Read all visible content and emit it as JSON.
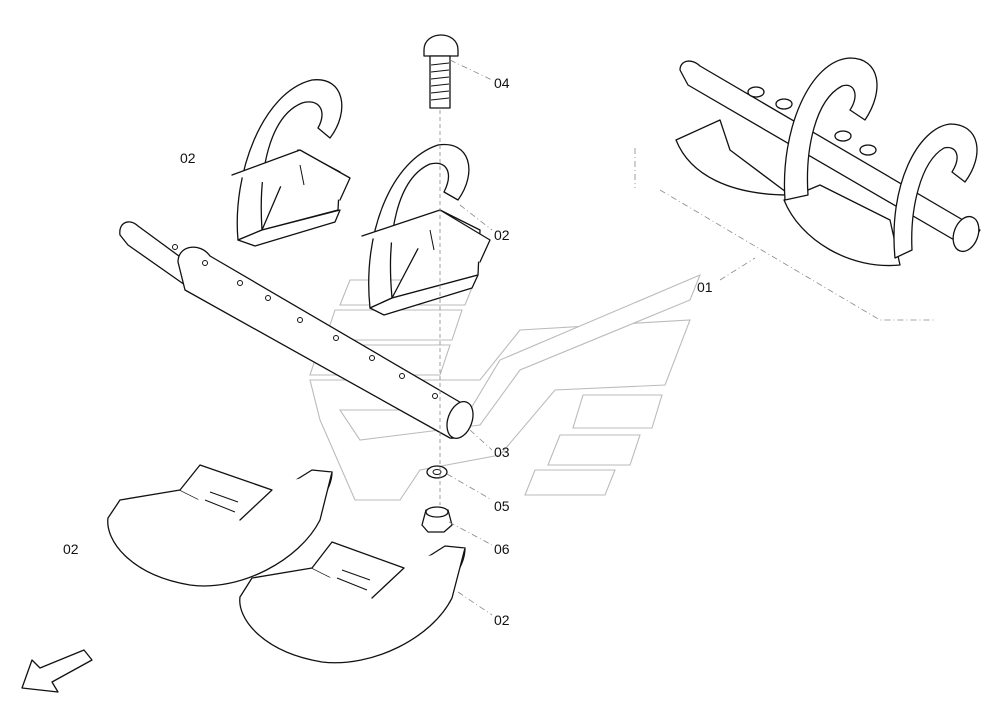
{
  "part_labels": {
    "shaft_assembly": "01",
    "segment_upper_left": "02",
    "segment_upper_mid": "02",
    "segment_lower_left": "02",
    "segment_lower_right": "02",
    "shaft": "03",
    "bolt": "04",
    "washer": "05",
    "nut": "06"
  },
  "colors": {
    "line": "#111111",
    "watermark": "#bbbbbb",
    "leader": "#888888"
  },
  "icons": {
    "orientation": "arrow-down-left-icon"
  }
}
